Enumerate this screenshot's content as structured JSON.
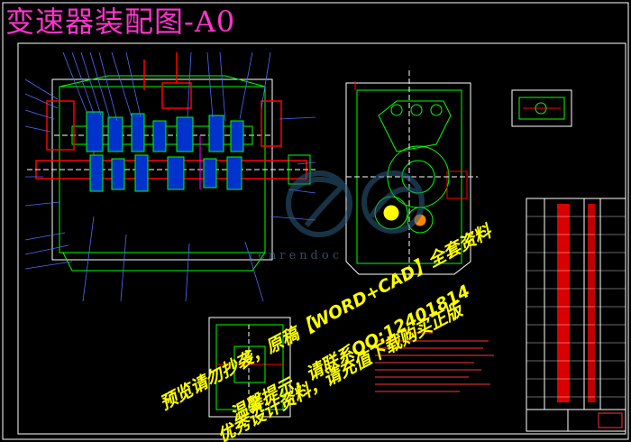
{
  "title": "变速器装配图-A0",
  "watermark": {
    "line1": "预览请勿抄袭，原稿【WORD+CAD】全套资料",
    "line2": "温馨提示，请联系QQ:12401814",
    "line3": "优秀设计资料，请充值下载购买正版",
    "site": "renrendoc"
  },
  "colors": {
    "background": "#000000",
    "frame": "#ffffff",
    "gear_lines": "#00ff00",
    "title_text": "#ff33cc",
    "watermark_text": "#ffff00",
    "red_parts": "#ff0000",
    "blue_leaders": "#4a6cff"
  },
  "icons": [
    "logo-icon"
  ]
}
